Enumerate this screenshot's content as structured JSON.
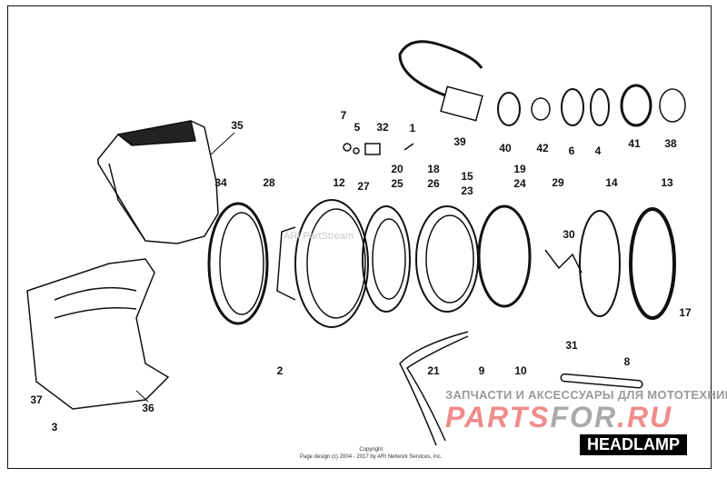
{
  "diagram": {
    "title": "HEADLAMP",
    "watermark_ari": "ARI PartStream",
    "watermark_ru": "ЗАПЧАСТИ И АКСЕССУАРЫ ДЛЯ МОТОТЕХНИКИ",
    "watermark_logo_a": "PARTS",
    "watermark_logo_b": "FOR",
    "watermark_logo_c": ".RU",
    "copyright_line1": "Copyright",
    "copyright_line2": "Page design (c) 2004 - 2017 by ARI Network Services, Inc.",
    "callouts": [
      "35",
      "7",
      "5",
      "32",
      "1",
      "39",
      "40",
      "42",
      "6",
      "4",
      "41",
      "38",
      "34",
      "28",
      "12",
      "27",
      "20",
      "25",
      "18",
      "26",
      "15",
      "23",
      "19",
      "24",
      "29",
      "14",
      "13",
      "30",
      "17",
      "31",
      "2",
      "21",
      "9",
      "10",
      "8",
      "37",
      "3",
      "36"
    ]
  }
}
